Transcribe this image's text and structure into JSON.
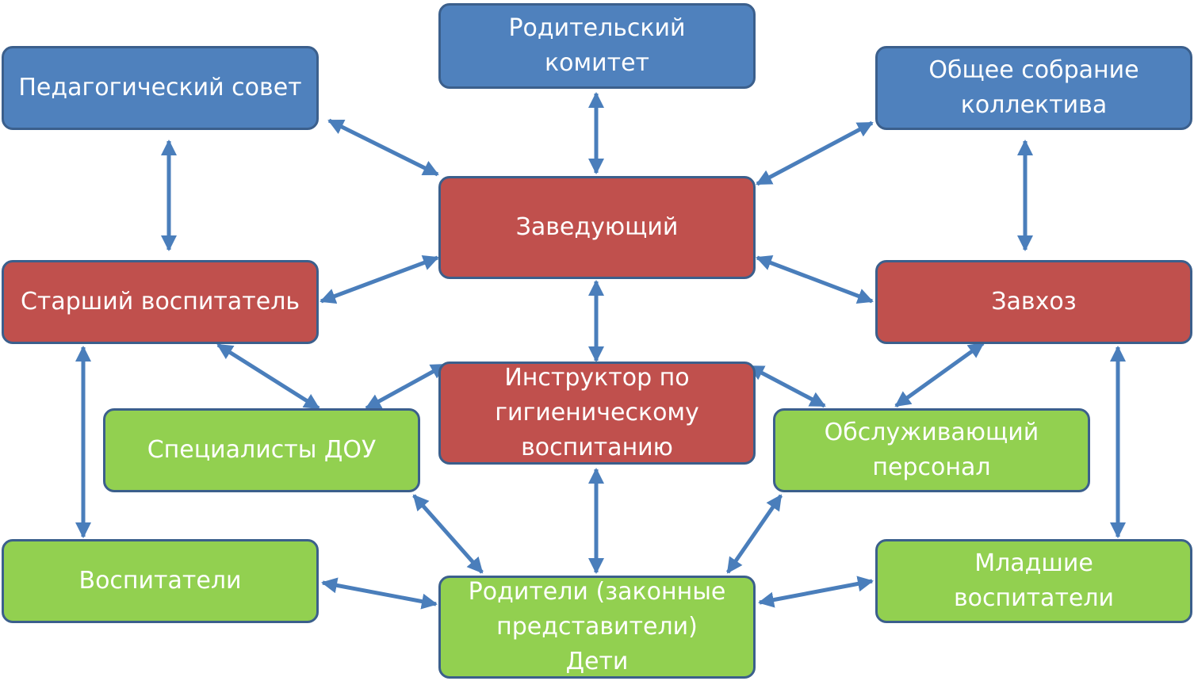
{
  "boxes": {
    "ped_council": {
      "lines": [
        "Педагогический совет"
      ]
    },
    "parent_committee": {
      "lines": [
        "Родительский",
        "комитет"
      ]
    },
    "general_meeting": {
      "lines": [
        "Общее собрание",
        "коллектива"
      ]
    },
    "head": {
      "lines": [
        "Заведующий"
      ]
    },
    "senior_educator": {
      "lines": [
        "Старший воспитатель"
      ]
    },
    "supply_manager": {
      "lines": [
        "Завхоз"
      ]
    },
    "hygiene_instructor": {
      "lines": [
        "Инструктор по",
        "гигиеническому",
        "воспитанию"
      ]
    },
    "specialists": {
      "lines": [
        "Специалисты ДОУ"
      ]
    },
    "service_staff": {
      "lines": [
        "Обслуживающий",
        "персонал"
      ]
    },
    "educators": {
      "lines": [
        "Воспитатели"
      ]
    },
    "parents_children": {
      "lines": [
        "Родители (законные",
        "представители)",
        "Дети"
      ]
    },
    "junior_educators": {
      "lines": [
        "Младшие",
        "воспитатели"
      ]
    }
  },
  "colors": {
    "blue": "#4f81bd",
    "red": "#c0504d",
    "green": "#92d050",
    "arrow": "#4a7ebb",
    "border": "#3b5f8c"
  },
  "connections": [
    [
      "ped_council",
      "head"
    ],
    [
      "parent_committee",
      "head"
    ],
    [
      "general_meeting",
      "head"
    ],
    [
      "ped_council",
      "senior_educator"
    ],
    [
      "general_meeting",
      "supply_manager"
    ],
    [
      "head",
      "senior_educator"
    ],
    [
      "head",
      "supply_manager"
    ],
    [
      "head",
      "hygiene_instructor"
    ],
    [
      "senior_educator",
      "specialists"
    ],
    [
      "senior_educator",
      "educators"
    ],
    [
      "supply_manager",
      "service_staff"
    ],
    [
      "supply_manager",
      "junior_educators"
    ],
    [
      "hygiene_instructor",
      "specialists"
    ],
    [
      "hygiene_instructor",
      "service_staff"
    ],
    [
      "hygiene_instructor",
      "parents_children"
    ],
    [
      "specialists",
      "parents_children"
    ],
    [
      "service_staff",
      "parents_children"
    ],
    [
      "educators",
      "parents_children"
    ],
    [
      "junior_educators",
      "parents_children"
    ]
  ]
}
